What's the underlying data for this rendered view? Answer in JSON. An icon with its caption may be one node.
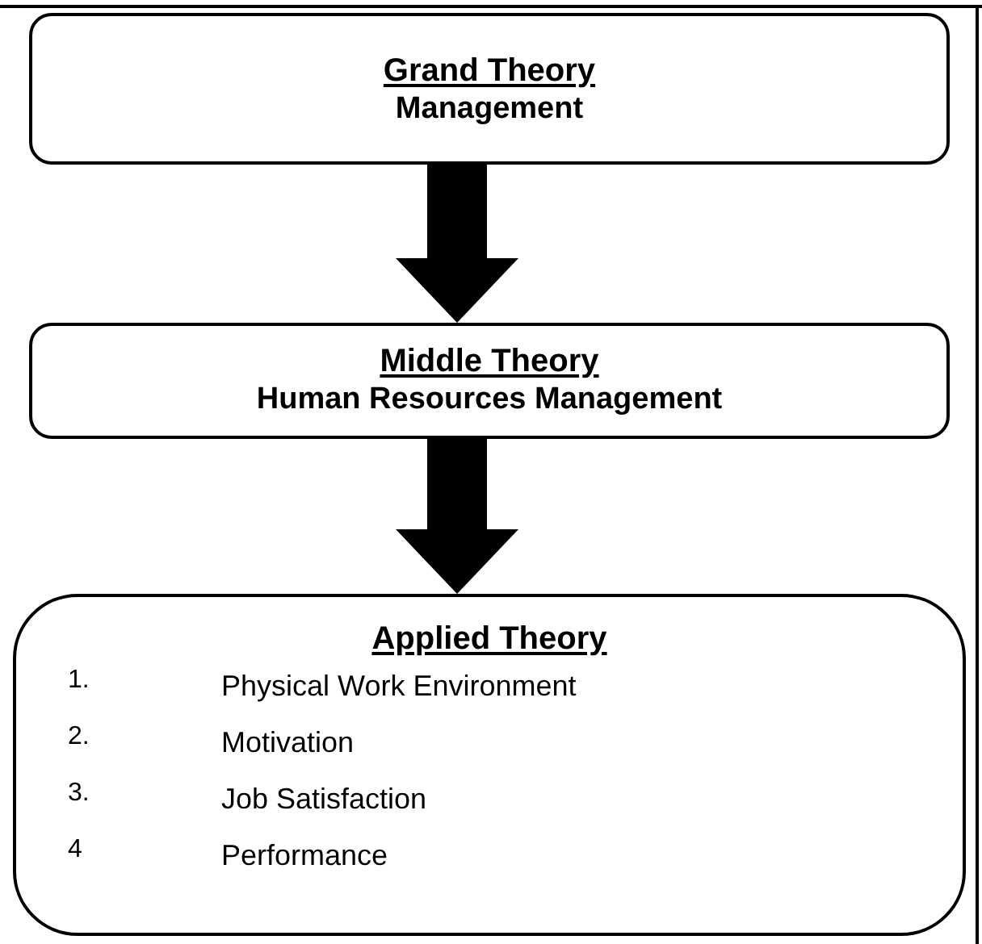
{
  "diagram": {
    "nodes": [
      {
        "text": [
          "Grand Theory",
          "Management"
        ]
      },
      {
        "text": [
          "Middle Theory",
          "Human Resources Management"
        ]
      },
      {
        "text": [
          "Applied Theory",
          "1.",
          "Physical Work Environment",
          "2.",
          "Motivation",
          "3.",
          "Job Satisfaction",
          "4",
          "Performance"
        ]
      }
    ],
    "edges": [
      {
        "from": 0,
        "to": 1,
        "arrow": "to"
      },
      {
        "from": 1,
        "to": 2,
        "arrow": "to"
      }
    ]
  }
}
